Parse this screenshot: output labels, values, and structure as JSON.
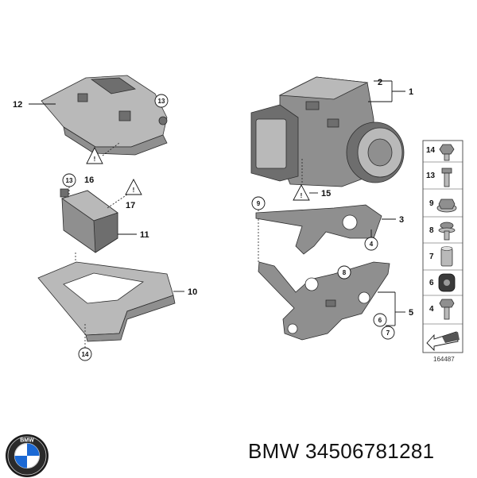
{
  "diagram": {
    "callouts": {
      "c1": "1",
      "c2": "2",
      "c3": "3",
      "c4": "4",
      "c5": "5",
      "c6": "6",
      "c7": "7",
      "c8": "8",
      "c9": "9",
      "c10": "10",
      "c11": "11",
      "c12": "12",
      "c13a": "13",
      "c13b": "13",
      "c14": "14",
      "c15": "15",
      "c16": "16",
      "c17": "17"
    },
    "legend": {
      "items": [
        "14",
        "13",
        "9",
        "8",
        "7",
        "6",
        "4"
      ]
    },
    "reference_number": "164487"
  },
  "caption": {
    "brand": "BMW",
    "part_number": "34506781281",
    "full": "BMW 34506781281"
  },
  "colors": {
    "part_dark": "#6e6e6e",
    "part_mid": "#8f8f8f",
    "part_light": "#b9b9b9",
    "logo_blue": "#1c69d4"
  }
}
